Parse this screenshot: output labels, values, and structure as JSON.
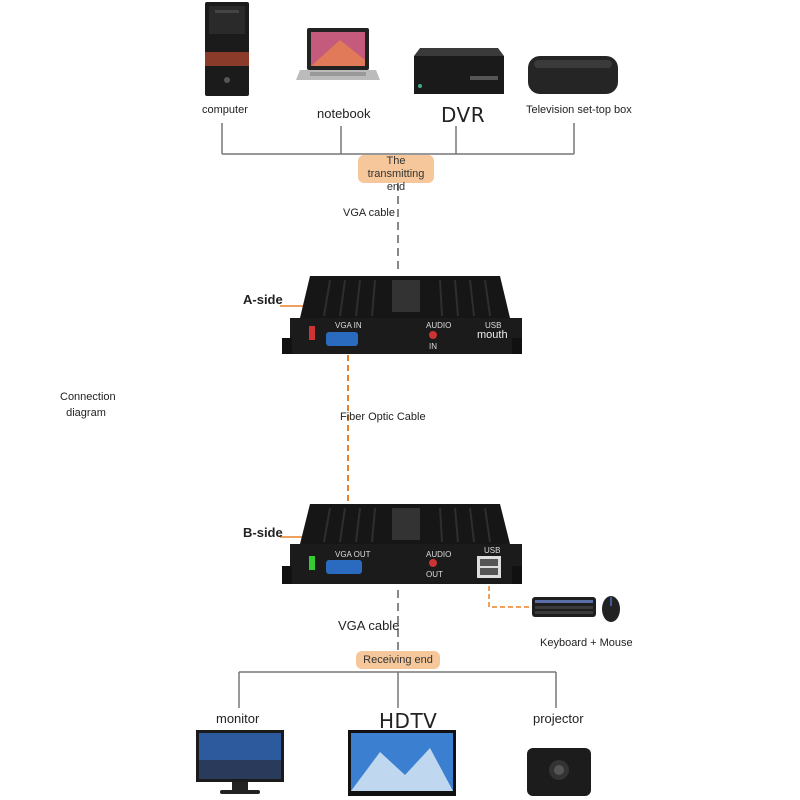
{
  "devices_top": {
    "computer": "computer",
    "notebook": "notebook",
    "dvr": "DVR",
    "stb": "Television set-top box"
  },
  "transmit_end": "The transmitting end",
  "vga_cable_top": "VGA cable",
  "a_side": {
    "label": "A-side",
    "vga_in": "VGA IN",
    "audio": "AUDIO",
    "audio_dir": "IN",
    "usb": "USB",
    "mouth": "mouth"
  },
  "connection_diagram": "Connection diagram",
  "fiber_cable": "Fiber Optic Cable",
  "b_side": {
    "label": "B-side",
    "vga_out": "VGA OUT",
    "audio": "AUDIO",
    "audio_dir": "OUT",
    "usb": "USB"
  },
  "vga_cable_bottom": "VGA cable",
  "keyboard_mouse": "Keyboard + Mouse",
  "receive_end": "Receiving end",
  "devices_bottom": {
    "monitor": "monitor",
    "hdtv": "HDTV",
    "projector": "projector"
  },
  "colors": {
    "accent": "#e8822a",
    "line": "#777777",
    "device": "#1b1b1b"
  }
}
